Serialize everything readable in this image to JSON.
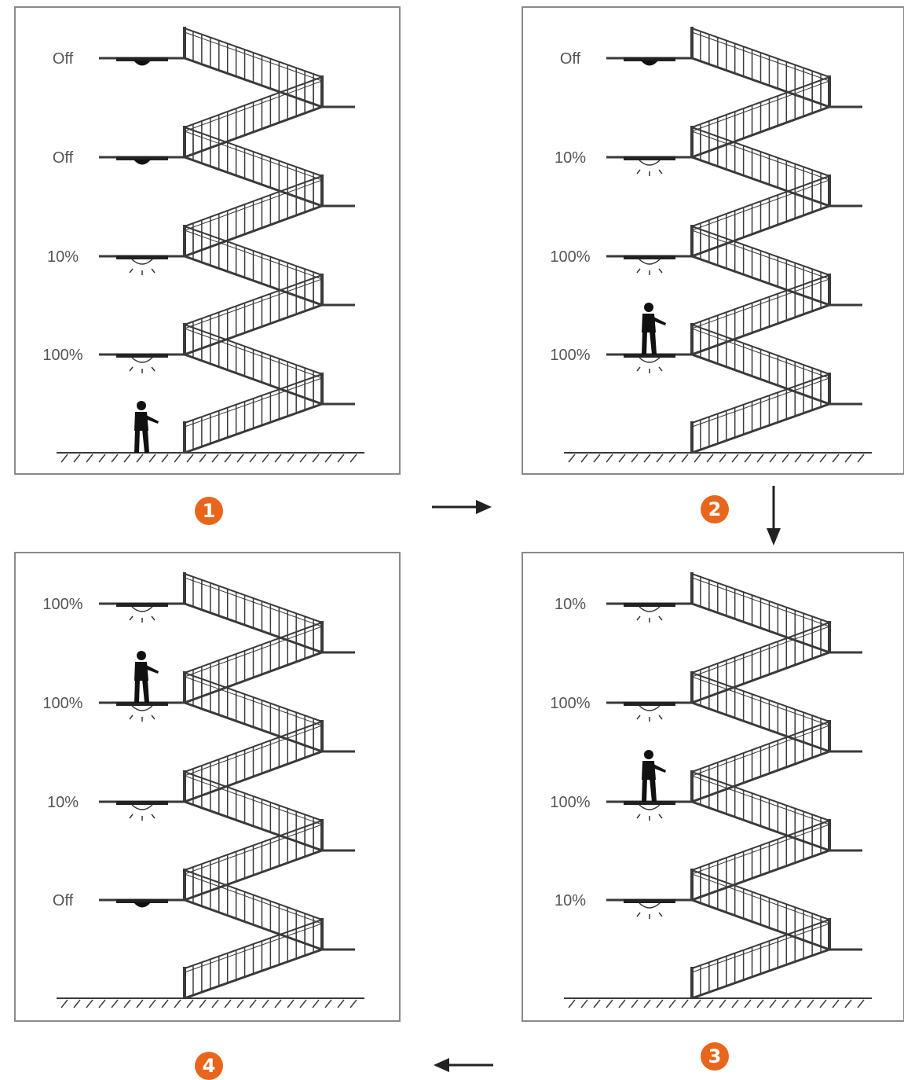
{
  "colors": {
    "badge": "#e8661c",
    "line": "#3a3a3a",
    "frame": "#8a8a8a"
  },
  "panels": [
    {
      "step": "1",
      "levels": [
        {
          "label": "Off",
          "state": "off"
        },
        {
          "label": "Off",
          "state": "off"
        },
        {
          "label": "10%",
          "state": "dim"
        },
        {
          "label": "100%",
          "state": "full"
        }
      ],
      "person_level": "ground"
    },
    {
      "step": "2",
      "levels": [
        {
          "label": "Off",
          "state": "off"
        },
        {
          "label": "10%",
          "state": "dim"
        },
        {
          "label": "100%",
          "state": "full"
        },
        {
          "label": "100%",
          "state": "full"
        }
      ],
      "person_level": 3
    },
    {
      "step": "3",
      "levels": [
        {
          "label": "10%",
          "state": "dim"
        },
        {
          "label": "100%",
          "state": "full"
        },
        {
          "label": "100%",
          "state": "full"
        },
        {
          "label": "10%",
          "state": "dim"
        }
      ],
      "person_level": 2
    },
    {
      "step": "4",
      "levels": [
        {
          "label": "100%",
          "state": "full"
        },
        {
          "label": "100%",
          "state": "full"
        },
        {
          "label": "10%",
          "state": "dim"
        },
        {
          "label": "Off",
          "state": "off"
        }
      ],
      "person_level": 1
    }
  ],
  "arrows": [
    {
      "direction": "right"
    },
    {
      "direction": "down"
    },
    {
      "direction": "left"
    }
  ]
}
